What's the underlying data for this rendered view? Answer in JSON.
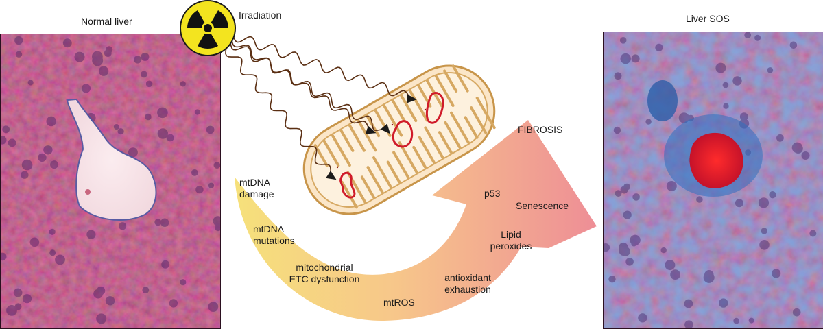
{
  "left_panel": {
    "title": "Normal liver"
  },
  "right_panel": {
    "title": "Liver SOS"
  },
  "irradiation": {
    "label": "Irradiation",
    "icon": "radiation-hazard-icon"
  },
  "outcome": {
    "label": "FIBROSIS"
  },
  "pathway": {
    "mtdna_damage": [
      "mtDNA",
      "damage"
    ],
    "mtdna_mutations": [
      "mtDNA",
      "mutations"
    ],
    "etc_dysfunction": [
      "mitochondrial",
      "ETC dysfunction"
    ],
    "mtros": "mtROS",
    "antioxidant_exhaustion": [
      "antioxidant",
      "exhaustion"
    ],
    "lipid_peroxides": [
      "Lipid",
      "peroxides"
    ],
    "p53": "p53",
    "senescence": "Senescence"
  },
  "colors": {
    "tissue": "#8e2a4e",
    "fibrosis_stain": "#2f6fc0",
    "arrow_start": "#f6e27a",
    "arrow_end": "#ee8e96",
    "mitochondrion_fill": "#fbe6c8",
    "mitochondrion_edge": "#c8954a",
    "mtdna_ring": "#d01b2a",
    "radiation_yellow": "#f3e41f",
    "ray": "#5a2e12"
  }
}
